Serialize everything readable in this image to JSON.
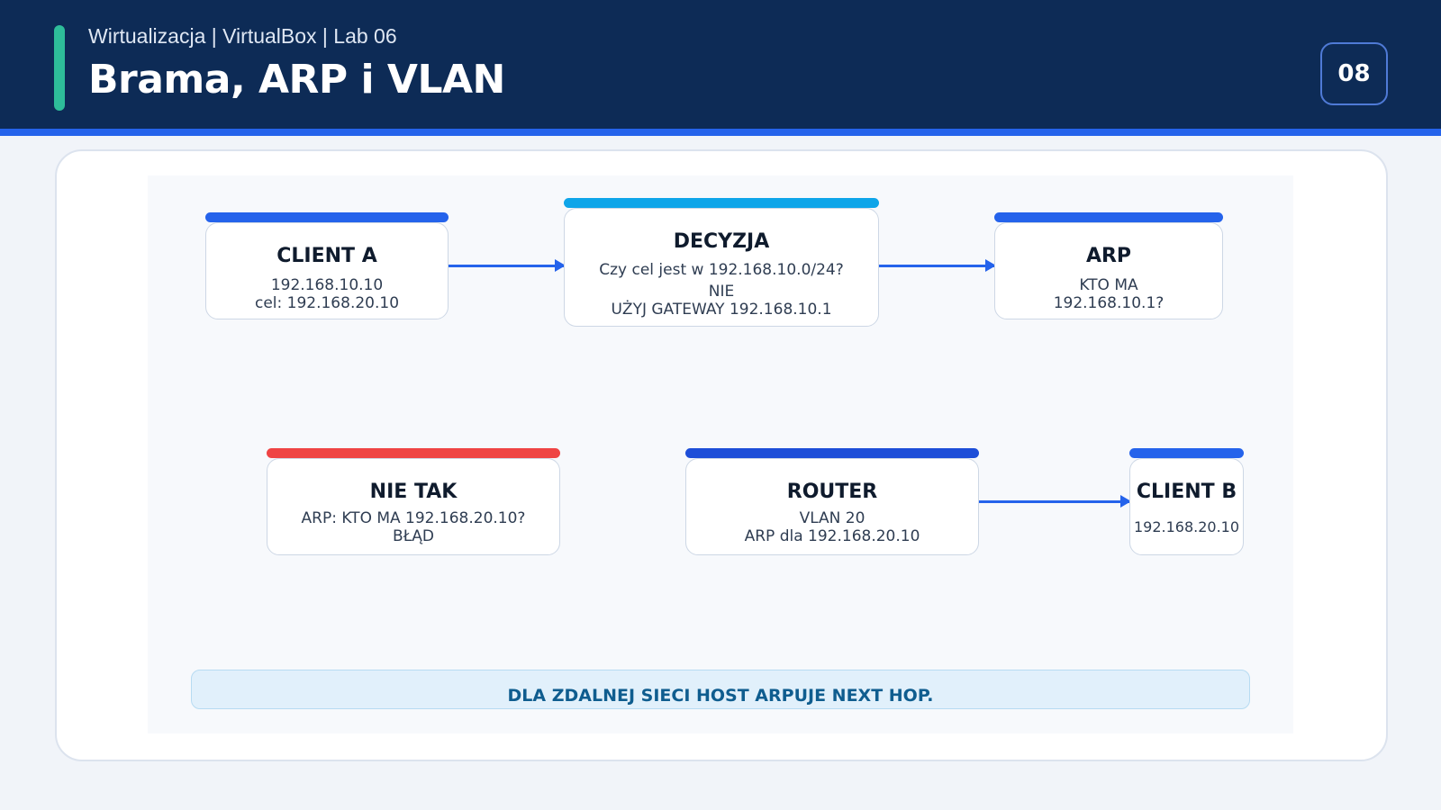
{
  "header": {
    "subtitle": "Wirtualizacja | VirtualBox | Lab 06",
    "title": "Brama, ARP i VLAN",
    "slide_number": "08"
  },
  "colors": {
    "header_bg": "#0d2b56",
    "accent_teal": "#2ebd9a",
    "primary_blue": "#2563eb",
    "decision_cyan": "#0ea5e9",
    "error_red": "#ef4444",
    "router_blue": "#1d4ed8"
  },
  "nodes": {
    "client_a": {
      "title": "CLIENT A",
      "lines": [
        "192.168.10.10",
        "cel: 192.168.20.10"
      ]
    },
    "decision": {
      "title": "DECYZJA",
      "lines": [
        "Czy cel jest w 192.168.10.0/24?",
        "NIE",
        "UŻYJ GATEWAY 192.168.10.1"
      ]
    },
    "arp": {
      "title": "ARP",
      "lines": [
        "KTO MA",
        "192.168.10.1?"
      ]
    },
    "wrong": {
      "title": "NIE TAK",
      "lines": [
        "ARP: KTO MA 192.168.20.10?",
        "BŁĄD"
      ]
    },
    "router": {
      "title": "ROUTER",
      "lines": [
        "VLAN 20",
        "ARP dla 192.168.20.10"
      ]
    },
    "client_b": {
      "title": "CLIENT B",
      "lines": [
        "192.168.20.10"
      ]
    }
  },
  "footer_note": "DLA ZDALNEJ SIECI HOST ARPUJE NEXT HOP."
}
